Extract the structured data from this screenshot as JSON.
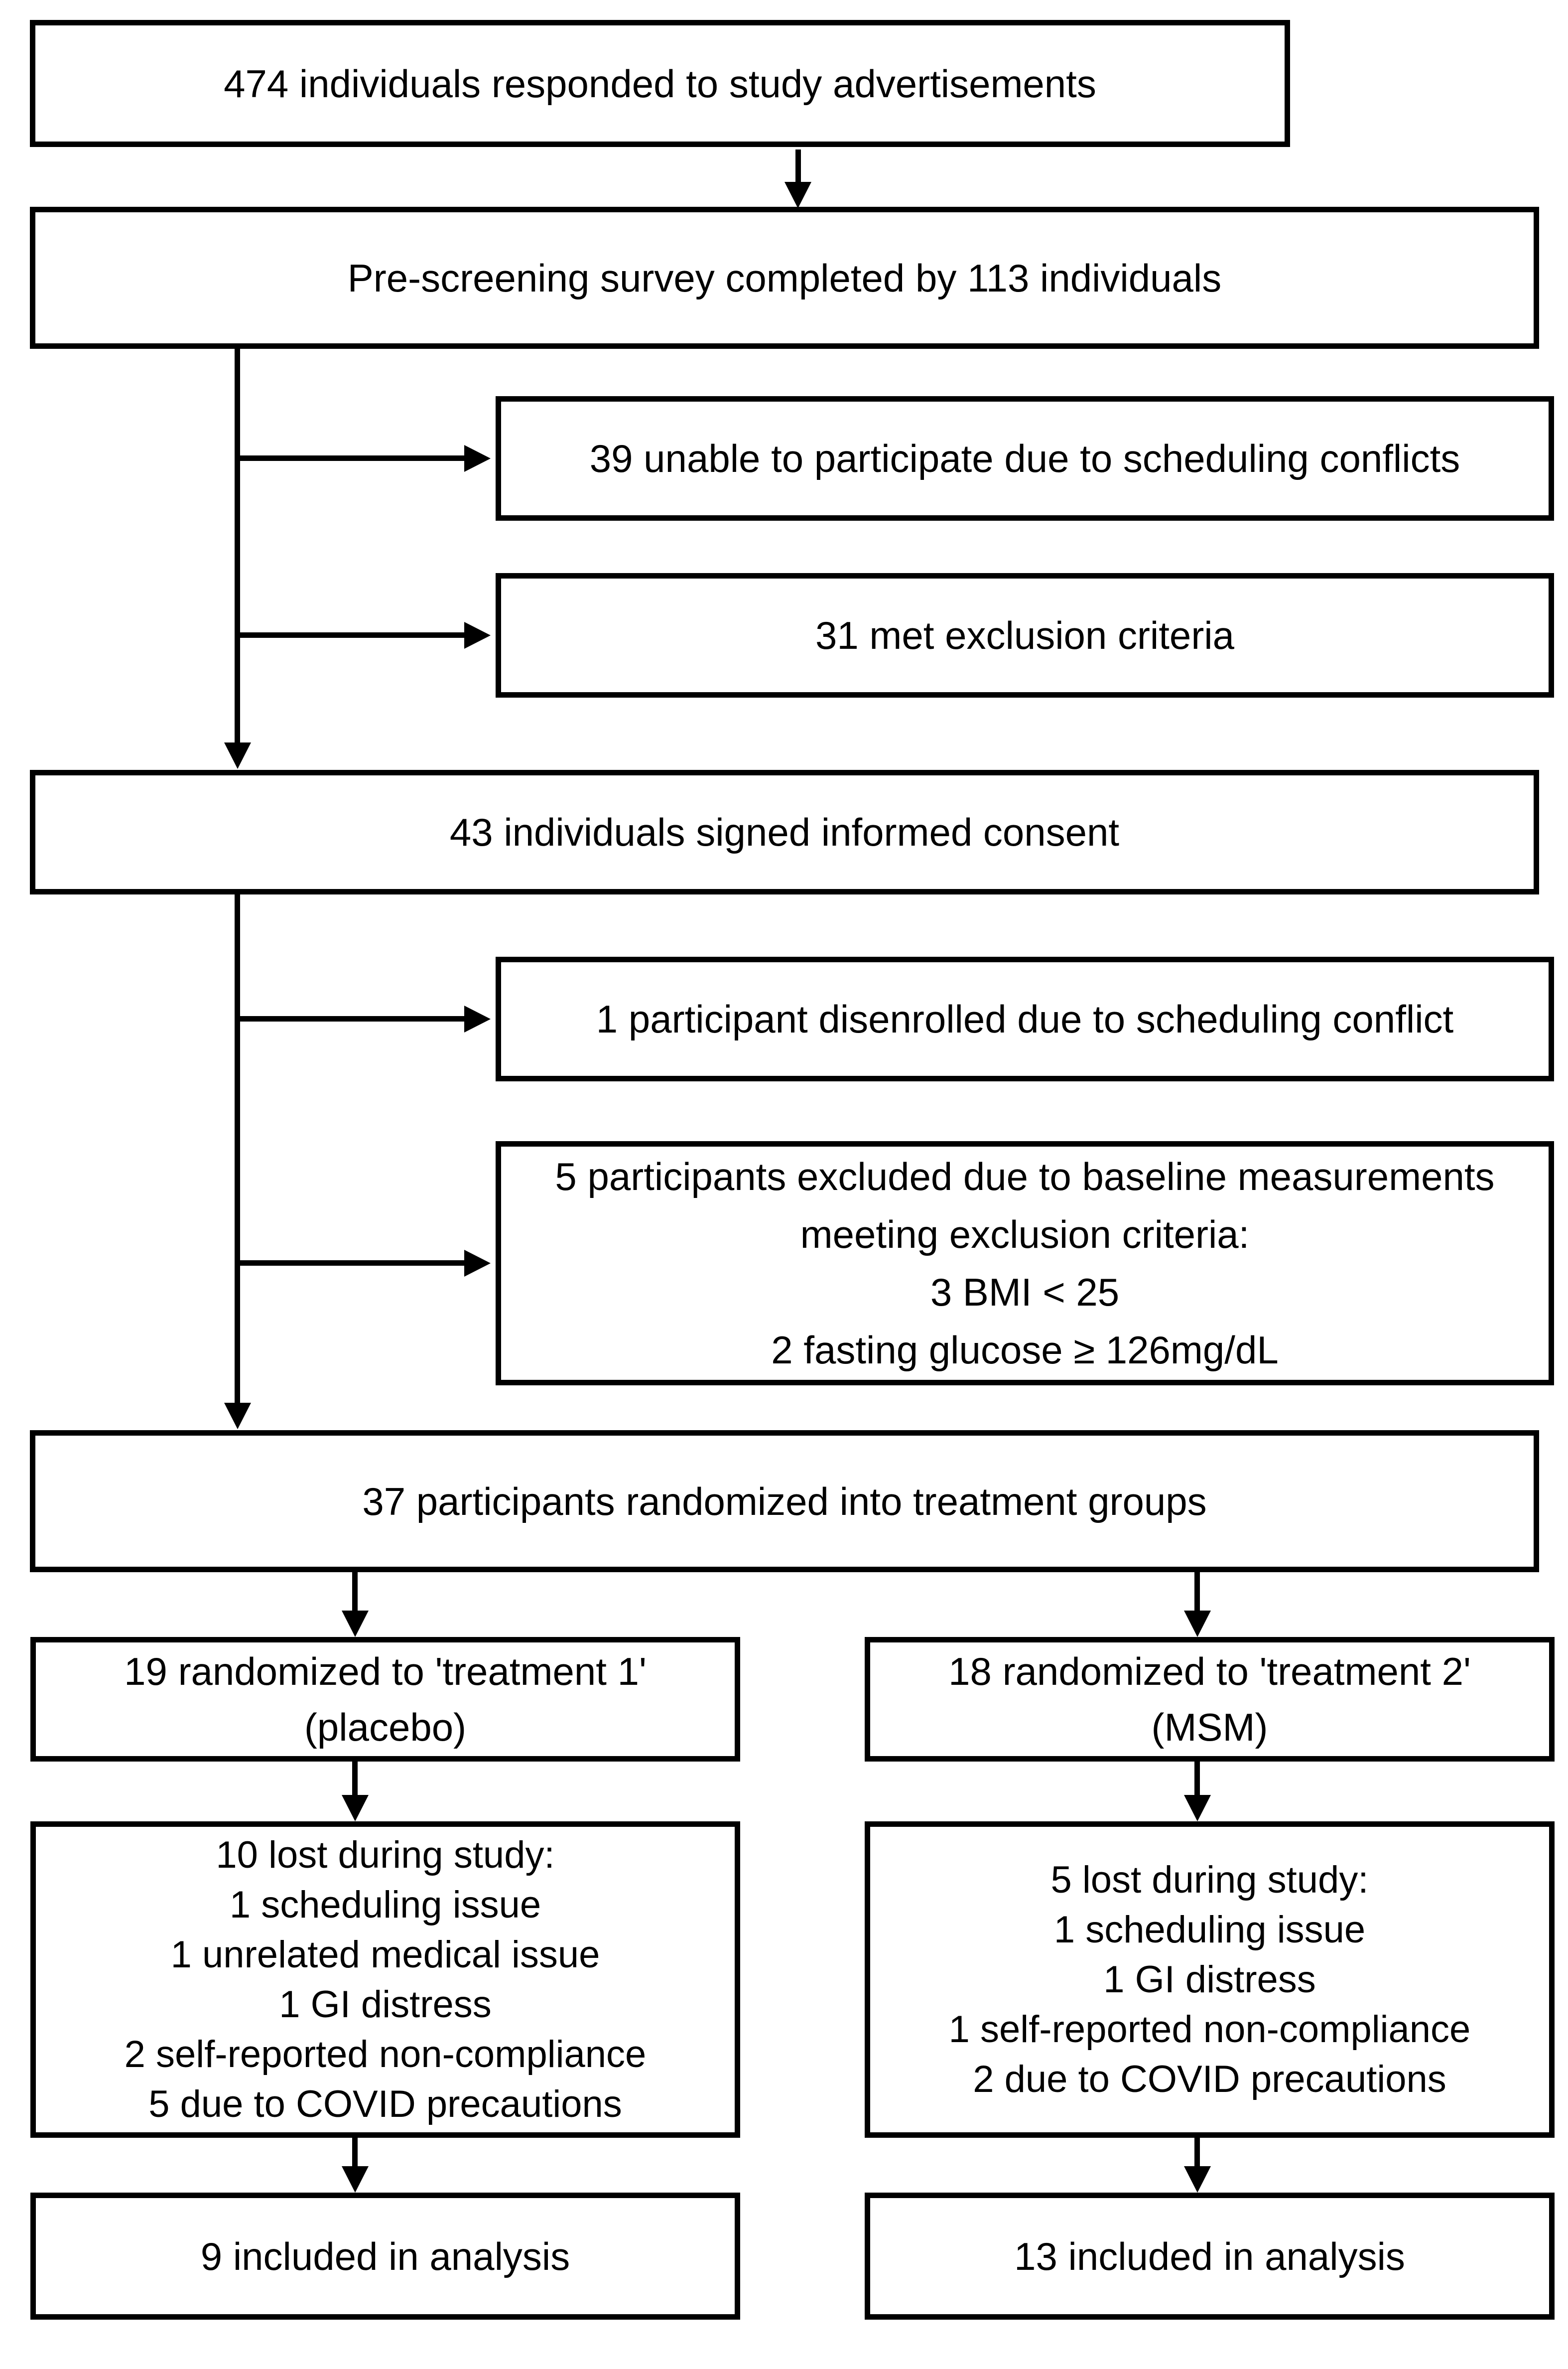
{
  "colors": {
    "box_border": "#000000",
    "connector_line": "#000000",
    "text": "#000000",
    "background": "#ffffff"
  },
  "flow": {
    "responded": {
      "text": "474 individuals responded to study advertisements"
    },
    "prescreening": {
      "text": "Pre-screening survey completed by 113 individuals"
    },
    "unable_scheduling": {
      "text": "39 unable to participate due to scheduling conflicts"
    },
    "met_exclusion": {
      "text": "31 met exclusion criteria"
    },
    "consent": {
      "text": "43 individuals signed informed consent"
    },
    "disenrolled": {
      "text": "1 participant disenrolled due to scheduling conflict"
    },
    "excluded_baseline": {
      "lines": [
        "5 participants excluded due to baseline measurements",
        "meeting exclusion criteria:",
        "3 BMI < 25",
        "2 fasting glucose ≥ 126mg/dL"
      ]
    },
    "randomized": {
      "text": "37 participants randomized into treatment groups"
    },
    "treatment1": {
      "lines": [
        "19 randomized to 'treatment 1'",
        "(placebo)"
      ]
    },
    "treatment2": {
      "lines": [
        "18 randomized to 'treatment 2'",
        "(MSM)"
      ]
    },
    "lost1": {
      "lines": [
        "10 lost during study:",
        "1 scheduling issue",
        "1 unrelated medical issue",
        "1 GI distress",
        "2 self-reported non-compliance",
        "5 due to COVID precautions"
      ]
    },
    "lost2": {
      "lines": [
        "5 lost during study:",
        "1 scheduling issue",
        "1 GI distress",
        "1 self-reported non-compliance",
        "2 due to COVID precautions"
      ]
    },
    "analysis1": {
      "text": "9 included in analysis"
    },
    "analysis2": {
      "text": "13 included in analysis"
    }
  }
}
